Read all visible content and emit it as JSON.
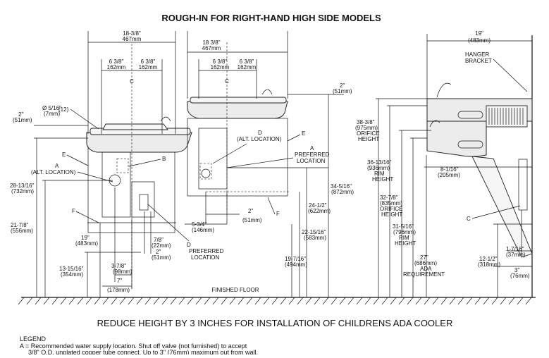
{
  "title": "ROUGH-IN FOR RIGHT-HAND HIGH SIDE MODELS",
  "note": "REDUCE HEIGHT BY 3 INCHES FOR INSTALLATION OF CHILDRENS ADA COOLER",
  "legend": {
    "heading": "LEGEND",
    "line_a": "A = Recommended water supply location. Shut off valve (not furnished) to accept",
    "line_a2": "3/8\" O.D. unplated copper tube connect. Up to 3\" (76mm) maximum out from wall."
  },
  "floor_label": "FINISHED FLOOR",
  "view1": {
    "width_in": "18-3/8\"",
    "width_mm": "467mm",
    "half1_in": "6 3/8\"",
    "half1_mm": "162mm",
    "half2_in": "6 3/8\"",
    "half2_mm": "162mm",
    "centerline": "C",
    "hole_label": "Ø 5/16\"",
    "hole_mm": "(7mm)",
    "hole_qty": "(12)",
    "left_in": "2\"",
    "left_mm": "(51mm)",
    "label_e": "E",
    "label_a": "A",
    "label_a2": "(ALT. LOCATION)",
    "label_b": "B",
    "label_f": "F",
    "h1_in": "28-13/16\"",
    "h1_mm": "(732mm)",
    "h2_in": "21-7/8\"",
    "h2_mm": "(556mm)",
    "h3_in": "19\"",
    "h3_mm": "(483mm)",
    "h4_in": "13-15/16\"",
    "h4_mm": "(354mm)",
    "d1_in": "3-7/8\"",
    "d1_mm": "(98mm)",
    "d2_in": "7\"",
    "d2_mm": "(178mm)",
    "d3_in": "7/8\"",
    "d3_mm": "(22mm)",
    "d4_in": "2\"",
    "d4_mm": "(51mm)",
    "label_d": "D",
    "pref1": "PREFERRED",
    "pref2": "LOCATION"
  },
  "view2": {
    "width_in": "18 3/8\"",
    "width_mm": "467mm",
    "half1_in": "6 3/8\"",
    "half1_mm": "162mm",
    "half2_in": "6 3/8\"",
    "half2_mm": "162mm",
    "centerline": "C",
    "label_d": "D",
    "label_d2": "(ALT. LOCATION)",
    "label_e": "E",
    "label_a": "A",
    "pref1": "PREFERRED",
    "pref2": "LOCATION",
    "label_f": "F",
    "d1_in": "5-3/4\"",
    "d1_mm": "(146mm)",
    "d2_in": "2\"",
    "d2_mm": "(51mm)",
    "top_in": "2\"",
    "top_mm": "(51mm)",
    "h1_in": "34-5/16\"",
    "h1_mm": "(872mm)",
    "h2_in": "24-1/2\"",
    "h2_mm": "(622mm)",
    "h3_in": "22-15/16\"",
    "h3_mm": "(583mm)",
    "h4_in": "19-7/16\"",
    "h4_mm": "(494mm)"
  },
  "view3": {
    "depth_in": "19\"",
    "depth_mm": "(483mm)",
    "hanger1": "HANGER",
    "hanger2": "BRACKET",
    "o1_in": "38-3/8\"",
    "o1_mm": "(975mm)",
    "o1_a": "ORIFICE",
    "o1_b": "HEIGHT",
    "r1_in": "36-13/16\"",
    "r1_mm": "(936mm)",
    "r1_a": "RIM",
    "r1_b": "HEIGHT",
    "o2_in": "32-7/8\"",
    "o2_mm": "(835mm)",
    "o2_a": "ORIFICE",
    "o2_b": "HEIGHT",
    "r2_in": "31-5/16\"",
    "r2_mm": "(796mm)",
    "r2_a": "RIM",
    "r2_b": "HEIGHT",
    "ada_in": "27\"",
    "ada_mm": "(686mm)",
    "ada_a": "ADA",
    "ada_b": "REQUIREMENT",
    "w_in": "8-1/16\"",
    "w_mm": "(205mm)",
    "c_in": "12-1/2\"",
    "c_mm": "(318mm)",
    "p1_in": "1-7/16\"",
    "p1_mm": "(37mm)",
    "p2_in": "3\"",
    "p2_mm": "(76mm)",
    "label_c": "C"
  }
}
